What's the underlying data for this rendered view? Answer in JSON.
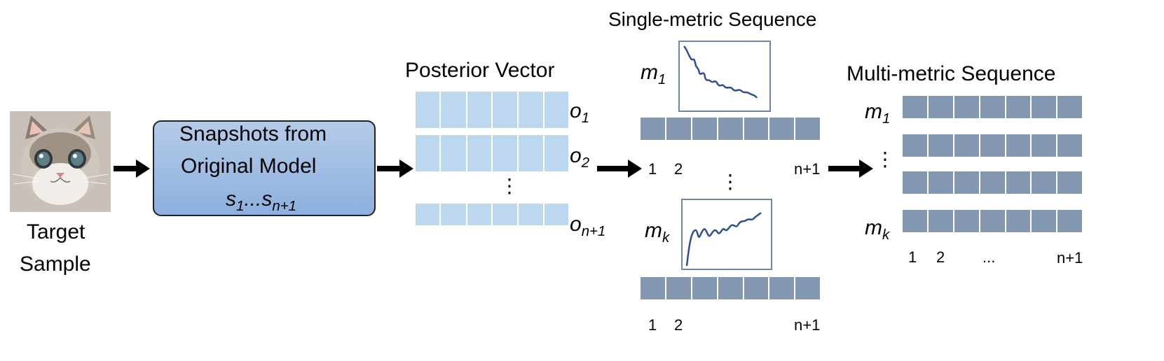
{
  "target": {
    "label_line1": "Target",
    "label_line2": "Sample"
  },
  "model": {
    "line1": "Snapshots from",
    "line2": "Original Model",
    "formula_s": "s",
    "formula_sub1": "1",
    "formula_dots": "...s",
    "formula_subn": "n+1"
  },
  "posterior": {
    "title": "Posterior Vector",
    "o": "o",
    "sub1": "1",
    "sub2": "2",
    "subn": "n+1",
    "vdots": "⋮"
  },
  "single": {
    "title": "Single-metric Sequence",
    "m": "m",
    "sub1": "1",
    "subk": "k",
    "tick1": "1",
    "tick2": "2",
    "tickn": "n+1",
    "vdots": "⋮"
  },
  "multi": {
    "title": "Multi-metric Sequence",
    "m": "m",
    "sub1": "1",
    "subk": "k",
    "vdots": "⋮",
    "tick1": "1",
    "tick2": "2",
    "tickdots": "...",
    "tickn": "n+1"
  },
  "colors": {
    "posterior_cell": "#bdd7ee",
    "metric_cell": "#8497b0",
    "curve": "#2f4f8f",
    "model_box_top": "#b4cbe8",
    "model_box_bottom": "#8db0df"
  },
  "icons": {
    "target_image": "kitten-photo-icon"
  }
}
